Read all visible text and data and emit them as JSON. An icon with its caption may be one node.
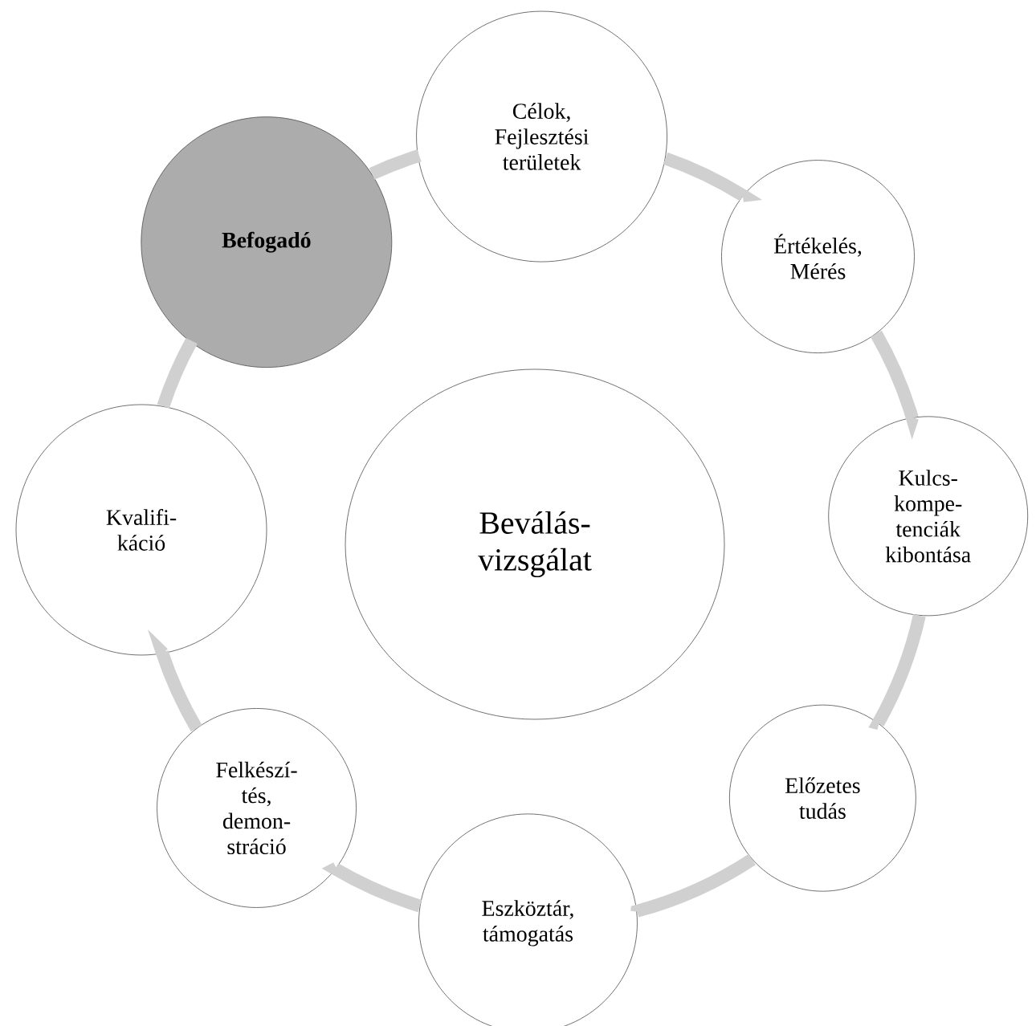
{
  "diagram": {
    "nodes": [
      {
        "text": [
          "Beválás- vizsgálat"
        ]
      },
      {
        "text": [
          "Célok, Fejlesztési területek"
        ]
      },
      {
        "text": [
          "Értékelés, Mérés"
        ]
      },
      {
        "text": [
          "Kulcs- kompe- tenciák kibontása"
        ]
      },
      {
        "text": [
          "Előzetes tudás"
        ]
      },
      {
        "text": [
          "Eszköztár, támogatás"
        ]
      },
      {
        "text": [
          "Felkészí- tés, demon- stráció"
        ]
      },
      {
        "text": [
          "Kvalifi- káció"
        ]
      },
      {
        "text": [
          "Befogadó"
        ]
      }
    ],
    "edges": [
      {
        "from": 1,
        "to": 2,
        "arrow": "none"
      },
      {
        "from": 2,
        "to": 3,
        "arrow": "none"
      },
      {
        "from": 3,
        "to": 4,
        "arrow": "none"
      },
      {
        "from": 4,
        "to": 5,
        "arrow": "none"
      },
      {
        "from": 5,
        "to": 6,
        "arrow": "none"
      },
      {
        "from": 6,
        "to": 7,
        "arrow": "none"
      },
      {
        "from": 7,
        "to": 8,
        "arrow": "none"
      },
      {
        "from": 8,
        "to": 1,
        "arrow": "none"
      }
    ]
  }
}
